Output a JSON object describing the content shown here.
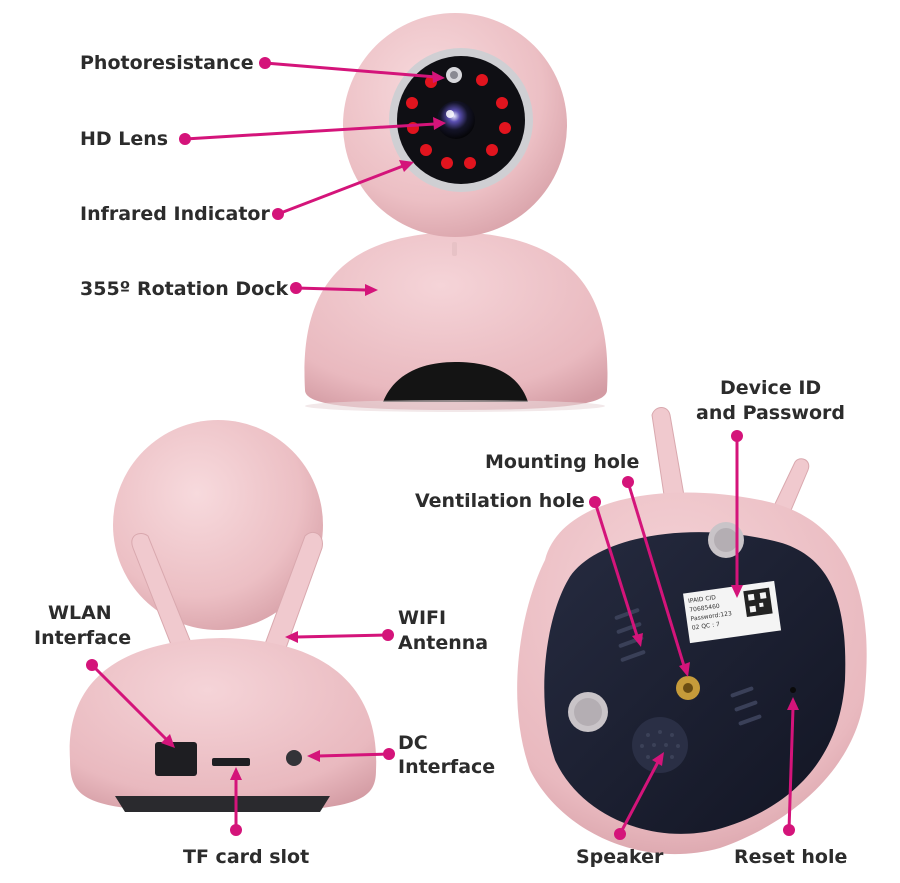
{
  "colors": {
    "callout": "#d4147a",
    "camera_body": "#efc6cb",
    "camera_shade": "#d9a7ae",
    "bezel": "#c9c9c9",
    "lens_ring": "#1a1a22",
    "ir_led": "#e1141e",
    "base_plate": "#1b2033",
    "label_text": "#2c2c2c"
  },
  "labels": {
    "photoresistance": "Photoresistance",
    "hd_lens": "HD Lens",
    "infrared_indicator": "Infrared Indicator",
    "rotation_dock": "355º Rotation Dock",
    "device_id_line1": "Device ID",
    "device_id_line2": "and Password",
    "mounting_hole": "Mounting hole",
    "ventilation_hole": "Ventilation hole",
    "wlan_line1": "WLAN",
    "wlan_line2": "Interface",
    "wifi_line1": "WIFI",
    "wifi_line2": "Antenna",
    "dc_line1": "DC",
    "dc_line2": "Interface",
    "tf_card_slot": "TF card slot",
    "speaker": "Speaker",
    "reset_hole": "Reset hole"
  },
  "sticker": {
    "line1": "IPAID CID",
    "line2": "70685460",
    "line3": "Password:123",
    "line4": "02 QC : 7"
  }
}
